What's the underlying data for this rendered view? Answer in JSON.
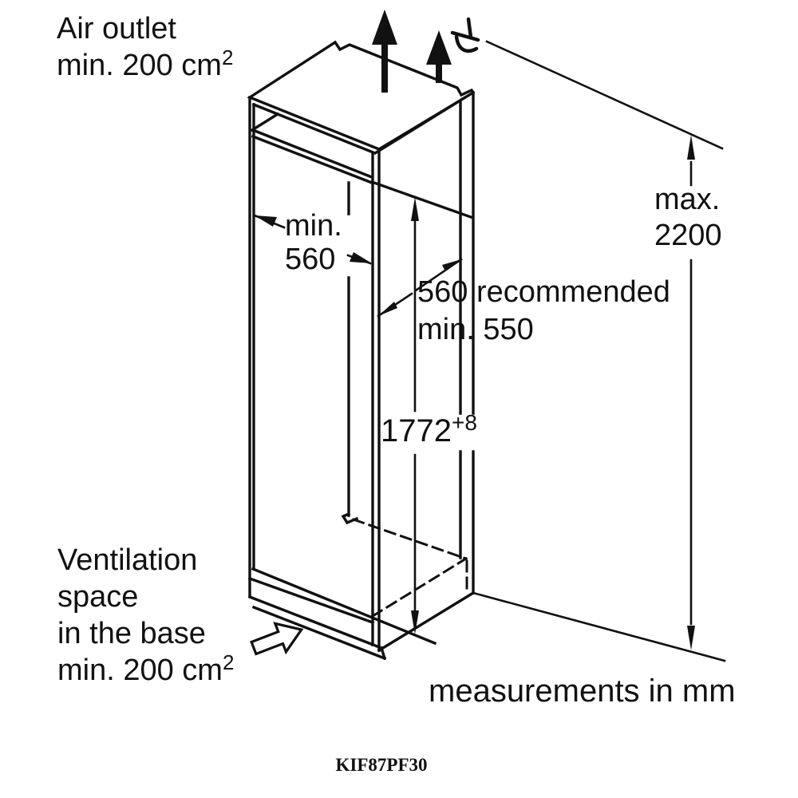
{
  "title": "Built-in appliance niche installation diagram",
  "model_number": "KIF87PF30",
  "labels": {
    "air_outlet": {
      "line1": "Air outlet",
      "line2_base": "min. 200 cm",
      "line2_sup": "2"
    },
    "max_height": {
      "line1": "max.",
      "line2": "2200"
    },
    "niche_width": {
      "line1": "min.",
      "line2": "560"
    },
    "niche_depth": {
      "line1": "560 recommended",
      "line2": "min. 550"
    },
    "niche_height": {
      "value": "1772",
      "tolerance": "+8"
    },
    "ventilation": {
      "line1": "Ventilation",
      "line2": "space",
      "line3": "in the base",
      "line4_base": "min. 200 cm",
      "line4_sup": "2"
    },
    "units_note": "measurements in mm"
  },
  "colors": {
    "line": "#111111",
    "background": "#ffffff"
  }
}
